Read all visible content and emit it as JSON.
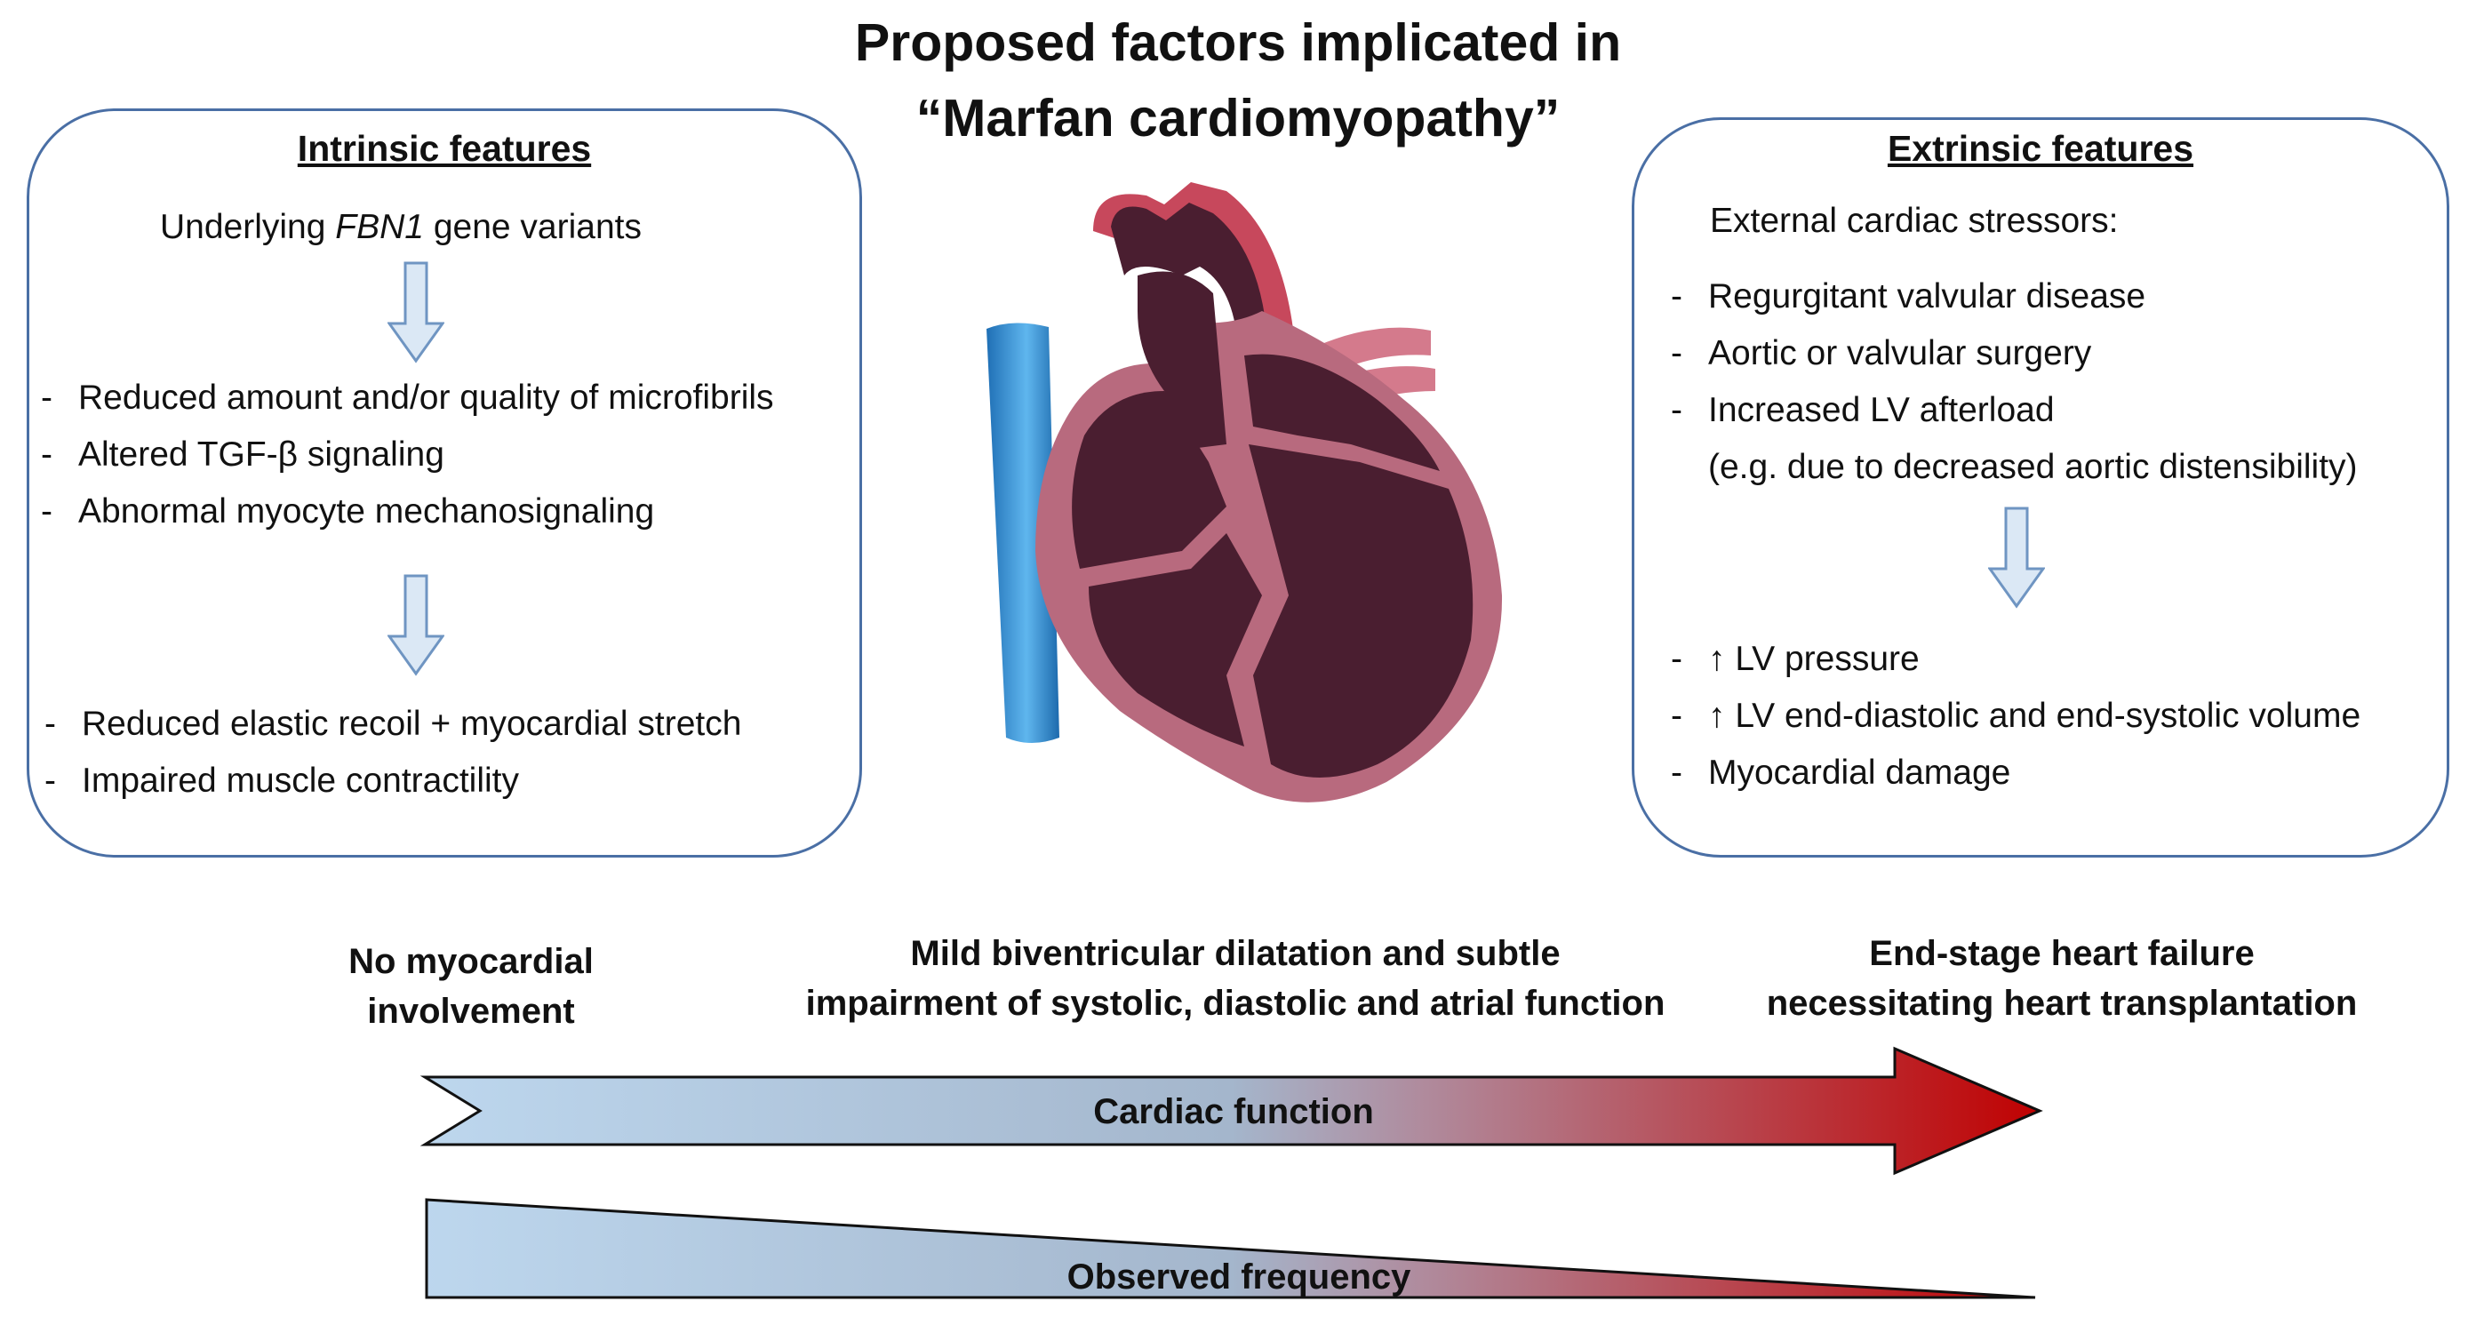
{
  "title": {
    "line1": "Proposed factors implicated in",
    "line2": "“Marfan cardiomyopathy”"
  },
  "intrinsic": {
    "heading": "Intrinsic features",
    "cause_prefix": "Underlying ",
    "cause_gene": "FBN1",
    "cause_suffix": " gene variants",
    "mechanisms": [
      "Reduced amount and/or quality of microfibrils",
      "Altered TGF-β signaling",
      "Abnormal myocyte mechanosignaling"
    ],
    "effects": [
      "Reduced elastic recoil + myocardial stretch",
      "Impaired muscle contractility"
    ]
  },
  "extrinsic": {
    "heading": "Extrinsic features",
    "intro": "External cardiac stressors:",
    "stressors": [
      "Regurgitant valvular disease",
      "Aortic or valvular surgery",
      "Increased LV afterload"
    ],
    "stressor_note": "(e.g. due to decreased aortic distensibility)",
    "effects": [
      "↑ LV pressure",
      "↑ LV end-diastolic and end-systolic volume",
      "Myocardial damage"
    ]
  },
  "stages": {
    "left": [
      "No myocardial",
      "involvement"
    ],
    "middle": [
      "Mild biventricular dilatation and subtle",
      "impairment of systolic, diastolic and atrial function"
    ],
    "right": [
      "End-stage heart failure",
      "necessitating heart transplantation"
    ]
  },
  "arrow_label": "Cardiac function",
  "wedge_label": "Observed frequency",
  "colors": {
    "box_border": "#4a6fa5",
    "gradient_start": "#bdd7ee",
    "gradient_mid": "#a4b6cc",
    "gradient_end": "#c00000",
    "heart_chamber": "#4a1e30",
    "heart_wall": "#b86a7e",
    "vein": "#2e86c8"
  }
}
